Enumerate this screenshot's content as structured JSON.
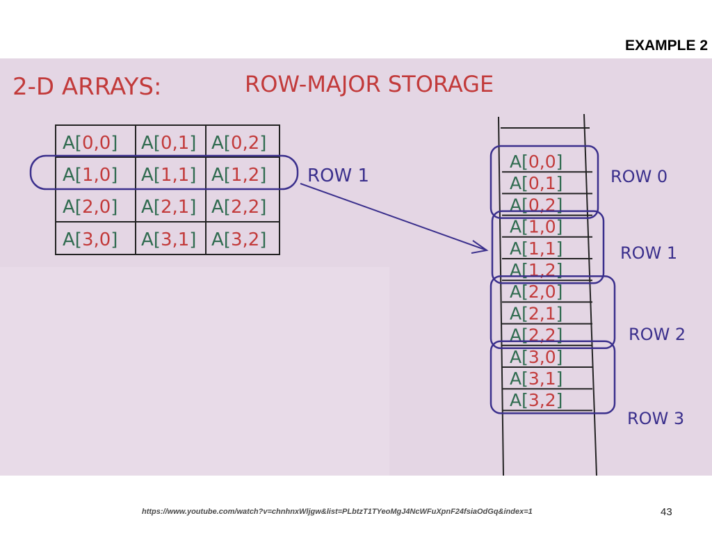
{
  "slide": {
    "title": "EXAMPLE 2",
    "url": "https://www.youtube.com/watch?v=chnhnxWljgw&list=PLbtzT1TYeoMgJ4NcWFuXpnF24fsiaOdGq&index=1",
    "page": "43"
  },
  "board": {
    "heading_left": "2-D ARRAYS:",
    "heading_right": "ROW-MAJOR STORAGE",
    "row_callout": "ROW 1",
    "grid": [
      [
        "A[0,0]",
        "A[0,1]",
        "A[0,2]"
      ],
      [
        "A[1,0]",
        "A[1,1]",
        "A[1,2]"
      ],
      [
        "A[2,0]",
        "A[2,1]",
        "A[2,2]"
      ],
      [
        "A[3,0]",
        "A[3,1]",
        "A[3,2]"
      ]
    ],
    "storage": [
      [
        "A[0,0]",
        "A[0,1]",
        "A[0,2]"
      ],
      [
        "A[1,0]",
        "A[1,1]",
        "A[1,2]"
      ],
      [
        "A[2,0]",
        "A[2,1]",
        "A[2,2]"
      ],
      [
        "A[3,0]",
        "A[3,1]",
        "A[3,2]"
      ]
    ],
    "row_labels": [
      "ROW 0",
      "ROW 1",
      "ROW 2",
      "ROW 3"
    ]
  },
  "colors": {
    "green_ink": "#2f6b4f",
    "red_ink": "#c23a3a",
    "purple_ink": "#3a2f8c",
    "board": "#e4d6e4"
  }
}
